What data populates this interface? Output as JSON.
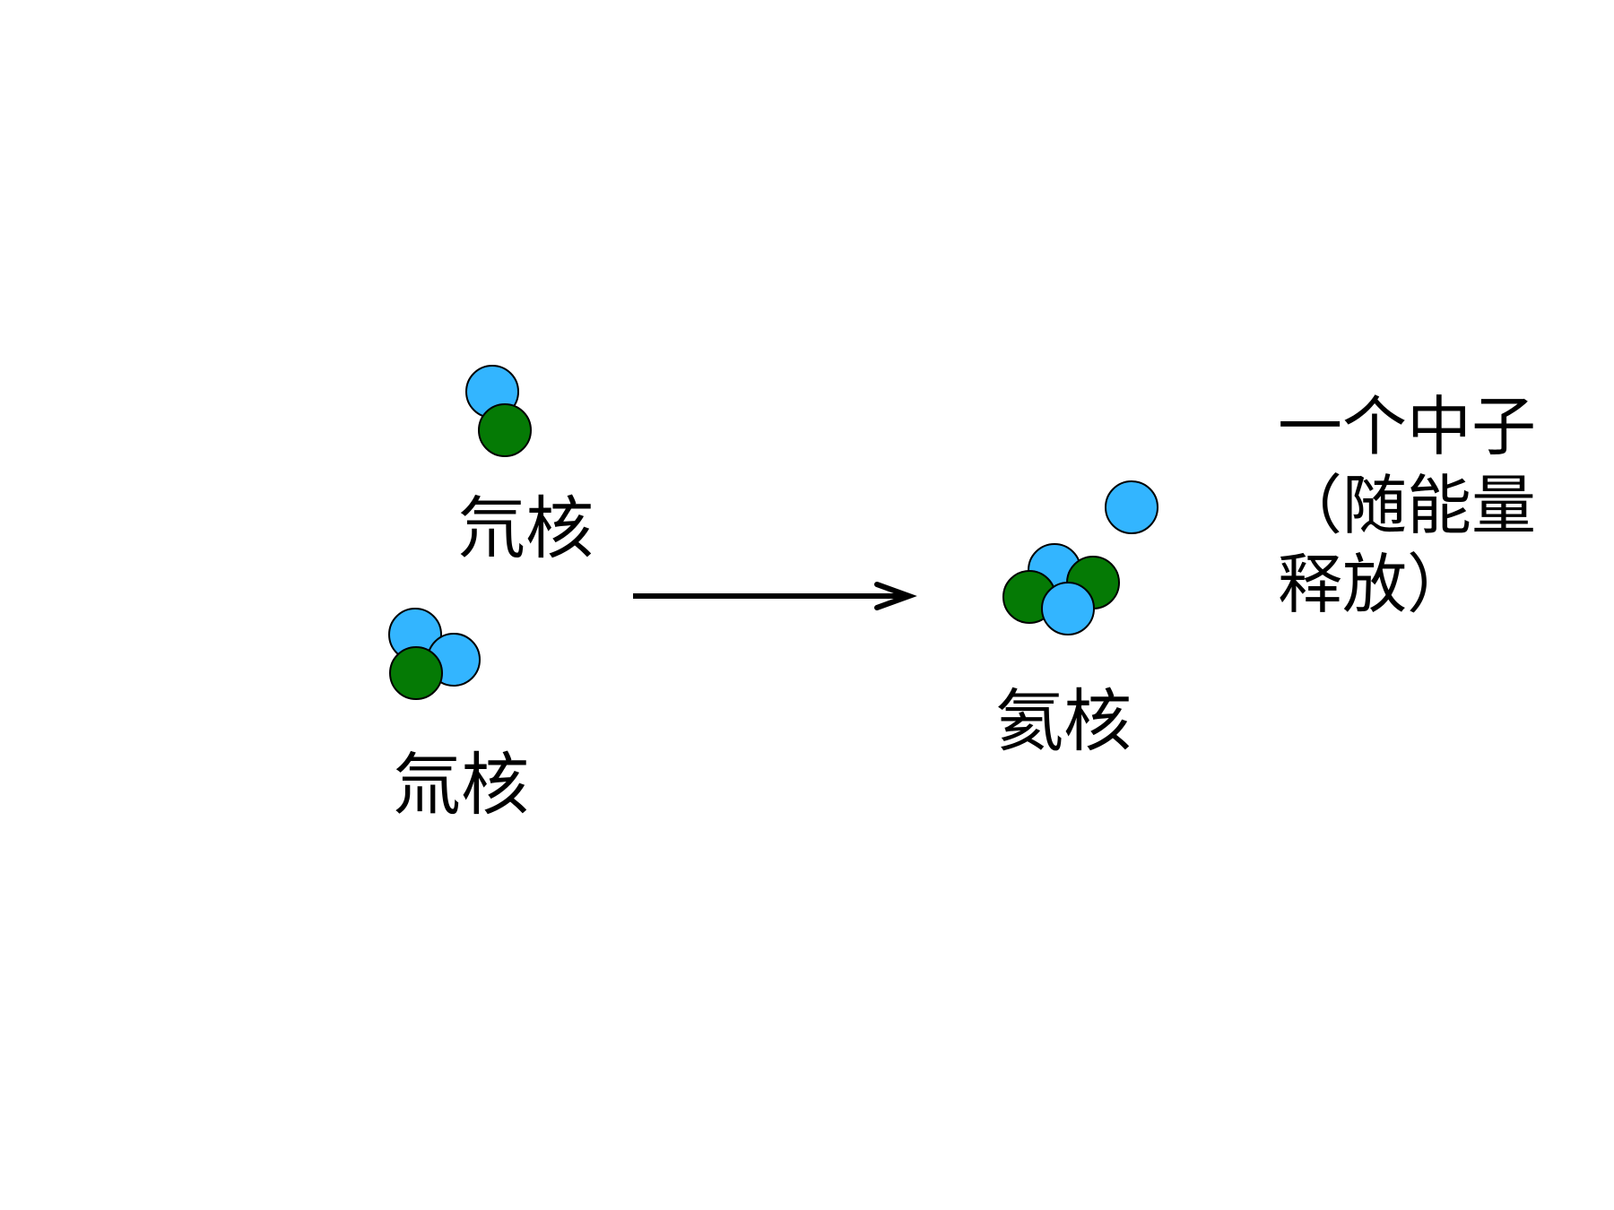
{
  "colors": {
    "proton": "#33b5ff",
    "neutron": "#057a05",
    "outline": "#000000",
    "arrow": "#000000",
    "background": "#ffffff"
  },
  "reactants": [
    {
      "label": "氘核",
      "particles": [
        "proton",
        "neutron"
      ]
    },
    {
      "label": "氚核",
      "particles": [
        "proton",
        "proton",
        "neutron"
      ]
    }
  ],
  "arrow": {
    "icon": "right-arrow-icon"
  },
  "products": {
    "nucleus": {
      "label": "氦核",
      "particles": [
        "proton",
        "neutron",
        "neutron",
        "proton"
      ]
    },
    "neutron_particle": {
      "particle": "proton"
    },
    "note": [
      "一个中子",
      "（随能量",
      "释放）"
    ]
  }
}
